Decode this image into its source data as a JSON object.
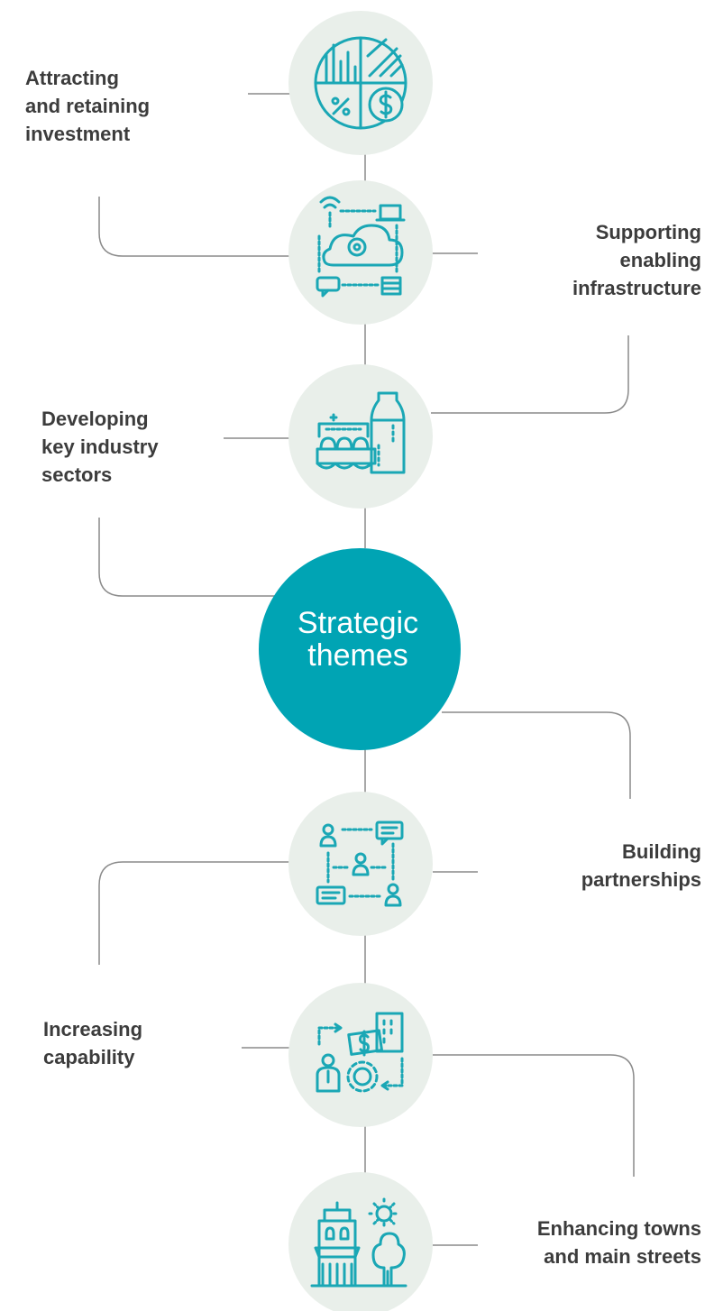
{
  "center": {
    "line1": "Strategic",
    "line2": "themes",
    "color": "#00a4b4"
  },
  "colors": {
    "node_fill": "#e9efea",
    "icon_stroke": "#1aa7b5",
    "connector": "#8a8a8a",
    "label_text": "#3c3c3c"
  },
  "themes": [
    {
      "lines": [
        "Attracting",
        "and retaining",
        "investment"
      ],
      "icon": "finance-pie-chart-icon"
    },
    {
      "lines": [
        "Supporting",
        "enabling",
        "infrastructure"
      ],
      "icon": "cloud-network-icon"
    },
    {
      "lines": [
        "Developing",
        "key industry",
        "sectors"
      ],
      "icon": "agriculture-produce-icon"
    },
    {
      "lines": [
        "Building",
        "partnerships"
      ],
      "icon": "people-network-icon"
    },
    {
      "lines": [
        "Increasing",
        "capability"
      ],
      "icon": "business-growth-icon"
    },
    {
      "lines": [
        "Enhancing towns",
        "and main streets"
      ],
      "icon": "town-streetscape-icon"
    }
  ]
}
